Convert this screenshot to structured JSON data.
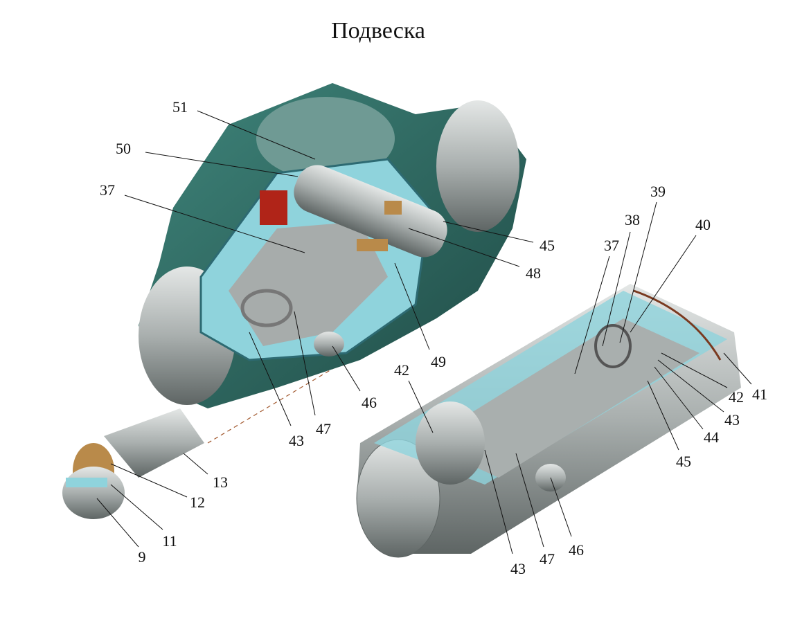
{
  "title": "Подвеска",
  "colors": {
    "housing": "#2f6e66",
    "section": "#8fd3dc",
    "metal": "#b9bebe",
    "bronze": "#b98a4a",
    "red": "#b02418"
  },
  "callouts": [
    {
      "id": "51",
      "text": "51"
    },
    {
      "id": "50",
      "text": "50"
    },
    {
      "id": "37a",
      "text": "37"
    },
    {
      "id": "45a",
      "text": "45"
    },
    {
      "id": "48",
      "text": "48"
    },
    {
      "id": "49",
      "text": "49"
    },
    {
      "id": "46a",
      "text": "46"
    },
    {
      "id": "47a",
      "text": "47"
    },
    {
      "id": "43a",
      "text": "43"
    },
    {
      "id": "13",
      "text": "13"
    },
    {
      "id": "12",
      "text": "12"
    },
    {
      "id": "11",
      "text": "11"
    },
    {
      "id": "9",
      "text": "9"
    },
    {
      "id": "42a",
      "text": "42"
    },
    {
      "id": "43b",
      "text": "43"
    },
    {
      "id": "47b",
      "text": "47"
    },
    {
      "id": "46b",
      "text": "46"
    },
    {
      "id": "45b",
      "text": "45"
    },
    {
      "id": "44",
      "text": "44"
    },
    {
      "id": "43c",
      "text": "43"
    },
    {
      "id": "42b",
      "text": "42"
    },
    {
      "id": "41",
      "text": "41"
    },
    {
      "id": "37b",
      "text": "37"
    },
    {
      "id": "38",
      "text": "38"
    },
    {
      "id": "39",
      "text": "39"
    },
    {
      "id": "40",
      "text": "40"
    }
  ]
}
